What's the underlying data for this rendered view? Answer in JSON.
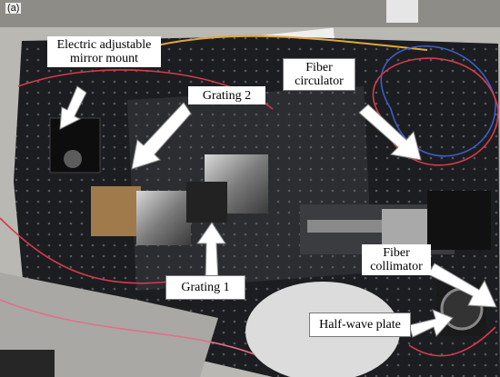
{
  "panel_label": "(a)",
  "labels": {
    "electric_mount": "Electric adjustable mirror mount",
    "grating2": "Grating 2",
    "fiber_circulator": "Fiber circulator",
    "grating1": "Grating 1",
    "fiber_collimator": "Fiber collimator",
    "half_wave_plate": "Half-wave plate"
  },
  "colors": {
    "breadboard": "#1c1d21",
    "floor": "#b8b7b2",
    "fiber_red": "#d53b4a",
    "fiber_blue": "#3b5fc4",
    "fiber_yellow": "#e0a83a",
    "arrow_fill": "#ffffff"
  }
}
